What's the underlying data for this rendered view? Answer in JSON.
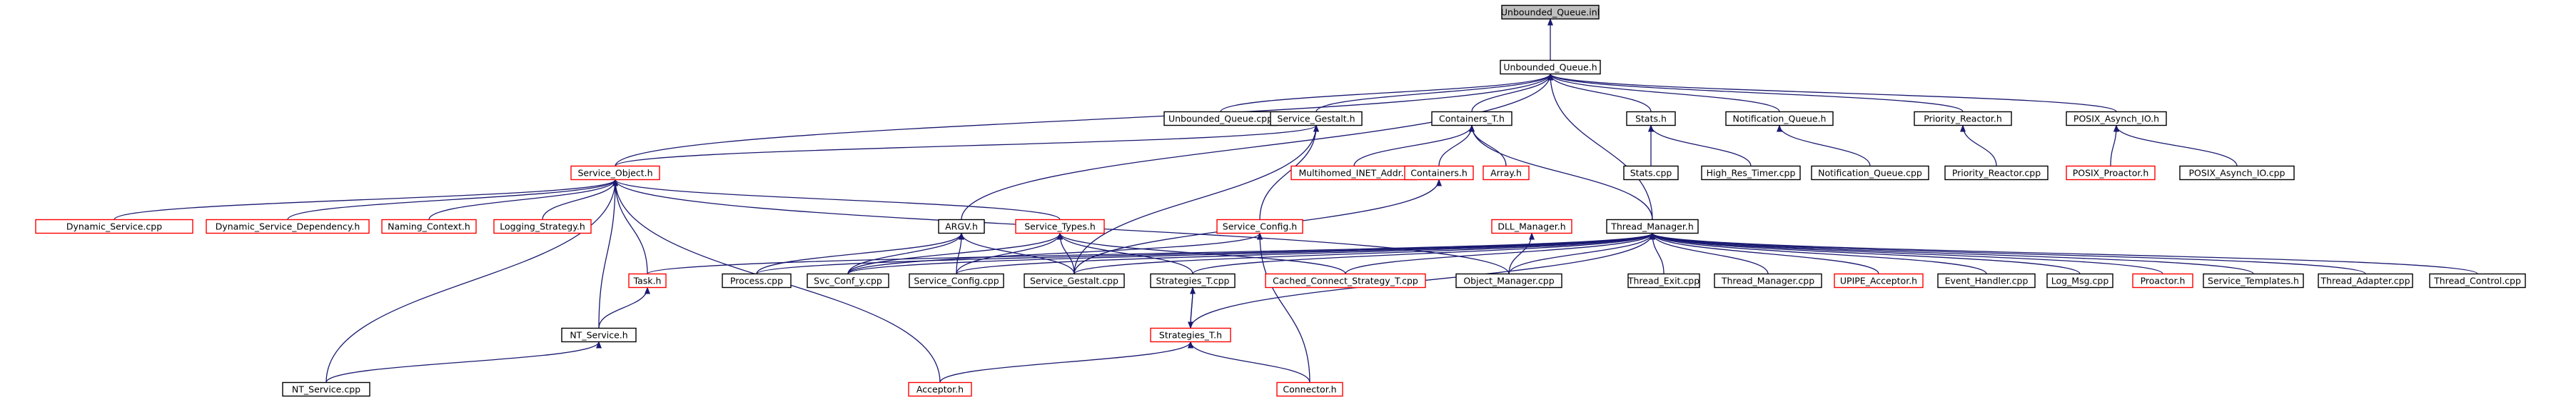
{
  "diagram": {
    "title": "Unbounded_Queue.inl",
    "colors": {
      "edge": "#191970",
      "node_border": "#000000",
      "incomplete_border": "#ff0000",
      "root_fill": "#bfbfbf"
    },
    "nodes": {
      "inl": {
        "label": "Unbounded_Queue.inl",
        "kind": "root"
      },
      "uqh": {
        "label": "Unbounded_Queue.h",
        "kind": "normal"
      },
      "uqcpp": {
        "label": "Unbounded_Queue.cpp",
        "kind": "normal"
      },
      "sgh": {
        "label": "Service_Gestalt.h",
        "kind": "normal"
      },
      "cth": {
        "label": "Containers_T.h",
        "kind": "normal"
      },
      "statsh": {
        "label": "Stats.h",
        "kind": "normal"
      },
      "nqh": {
        "label": "Notification_Queue.h",
        "kind": "normal"
      },
      "prh": {
        "label": "Priority_Reactor.h",
        "kind": "normal"
      },
      "paioh": {
        "label": "POSIX_Asynch_IO.h",
        "kind": "normal"
      },
      "soh": {
        "label": "Service_Object.h",
        "kind": "red"
      },
      "mhia": {
        "label": "Multihomed_INET_Addr.h",
        "kind": "red"
      },
      "conth": {
        "label": "Containers.h",
        "kind": "red"
      },
      "arrayh": {
        "label": "Array.h",
        "kind": "red"
      },
      "statscpp": {
        "label": "Stats.cpp",
        "kind": "normal"
      },
      "hrtcpp": {
        "label": "High_Res_Timer.cpp",
        "kind": "normal"
      },
      "nqcpp": {
        "label": "Notification_Queue.cpp",
        "kind": "normal"
      },
      "prcpp": {
        "label": "Priority_Reactor.cpp",
        "kind": "normal"
      },
      "paph": {
        "label": "POSIX_Proactor.h",
        "kind": "red"
      },
      "paiocpp": {
        "label": "POSIX_Asynch_IO.cpp",
        "kind": "normal"
      },
      "dscpp": {
        "label": "Dynamic_Service.cpp",
        "kind": "red"
      },
      "dsdh": {
        "label": "Dynamic_Service_Dependency.h",
        "kind": "red"
      },
      "nch": {
        "label": "Naming_Context.h",
        "kind": "red"
      },
      "lsh": {
        "label": "Logging_Strategy.h",
        "kind": "red"
      },
      "argvh": {
        "label": "ARGV.h",
        "kind": "normal"
      },
      "sth": {
        "label": "Service_Types.h",
        "kind": "red"
      },
      "sch": {
        "label": "Service_Config.h",
        "kind": "red"
      },
      "dllh": {
        "label": "DLL_Manager.h",
        "kind": "red"
      },
      "tmh": {
        "label": "Thread_Manager.h",
        "kind": "normal"
      },
      "taskh": {
        "label": "Task.h",
        "kind": "red"
      },
      "proccpp": {
        "label": "Process.cpp",
        "kind": "normal"
      },
      "svccpp": {
        "label": "Svc_Conf_y.cpp",
        "kind": "normal"
      },
      "sccpp": {
        "label": "Service_Config.cpp",
        "kind": "normal"
      },
      "sgcpp": {
        "label": "Service_Gestalt.cpp",
        "kind": "normal"
      },
      "stcpp": {
        "label": "Strategies_T.cpp",
        "kind": "normal"
      },
      "ccscpp": {
        "label": "Cached_Connect_Strategy_T.cpp",
        "kind": "red"
      },
      "omcpp": {
        "label": "Object_Manager.cpp",
        "kind": "normal"
      },
      "tecpp": {
        "label": "Thread_Exit.cpp",
        "kind": "normal"
      },
      "tmcpp": {
        "label": "Thread_Manager.cpp",
        "kind": "normal"
      },
      "upah": {
        "label": "UPIPE_Acceptor.h",
        "kind": "red"
      },
      "ehcpp": {
        "label": "Event_Handler.cpp",
        "kind": "normal"
      },
      "lmcpp": {
        "label": "Log_Msg.cpp",
        "kind": "normal"
      },
      "proah": {
        "label": "Proactor.h",
        "kind": "red"
      },
      "stempcpp": {
        "label": "Service_Templates.h",
        "kind": "normal"
      },
      "tacpp": {
        "label": "Thread_Adapter.cpp",
        "kind": "normal"
      },
      "tccpp": {
        "label": "Thread_Control.cpp",
        "kind": "normal"
      },
      "ntsh": {
        "label": "NT_Service.h",
        "kind": "normal"
      },
      "stth": {
        "label": "Strategies_T.h",
        "kind": "red"
      },
      "ntscpp": {
        "label": "NT_Service.cpp",
        "kind": "normal"
      },
      "acch": {
        "label": "Acceptor.h",
        "kind": "red"
      },
      "conh": {
        "label": "Connector.h",
        "kind": "red"
      }
    },
    "edges": [
      [
        "uqh",
        "inl"
      ],
      [
        "uqcpp",
        "uqh"
      ],
      [
        "sgh",
        "uqh"
      ],
      [
        "cth",
        "uqh"
      ],
      [
        "statsh",
        "uqh"
      ],
      [
        "nqh",
        "uqh"
      ],
      [
        "prh",
        "uqh"
      ],
      [
        "paioh",
        "uqh"
      ],
      [
        "soh",
        "uqh"
      ],
      [
        "argvh",
        "uqh"
      ],
      [
        "tmh",
        "uqh"
      ],
      [
        "soh",
        "sgh"
      ],
      [
        "sgcpp",
        "sgh"
      ],
      [
        "sch",
        "sgh"
      ],
      [
        "mhia",
        "cth"
      ],
      [
        "conth",
        "cth"
      ],
      [
        "arrayh",
        "cth"
      ],
      [
        "tmh",
        "cth"
      ],
      [
        "statscpp",
        "statsh"
      ],
      [
        "hrtcpp",
        "statsh"
      ],
      [
        "nqcpp",
        "nqh"
      ],
      [
        "prcpp",
        "prh"
      ],
      [
        "paph",
        "paioh"
      ],
      [
        "paiocpp",
        "paioh"
      ],
      [
        "dscpp",
        "soh"
      ],
      [
        "dsdh",
        "soh"
      ],
      [
        "nch",
        "soh"
      ],
      [
        "lsh",
        "soh"
      ],
      [
        "sth",
        "soh"
      ],
      [
        "taskh",
        "soh"
      ],
      [
        "ntsh",
        "soh"
      ],
      [
        "acch",
        "soh"
      ],
      [
        "ntscpp",
        "soh"
      ],
      [
        "omcpp",
        "soh"
      ],
      [
        "proccpp",
        "argvh"
      ],
      [
        "svccpp",
        "argvh"
      ],
      [
        "sccpp",
        "argvh"
      ],
      [
        "sgcpp",
        "argvh"
      ],
      [
        "svccpp",
        "sth"
      ],
      [
        "sccpp",
        "sth"
      ],
      [
        "sgcpp",
        "sth"
      ],
      [
        "stcpp",
        "sth"
      ],
      [
        "ccscpp",
        "sth"
      ],
      [
        "sgcpp",
        "conth"
      ],
      [
        "omcpp",
        "dllh"
      ],
      [
        "svccpp",
        "sch"
      ],
      [
        "conh",
        "sch"
      ],
      [
        "proccpp",
        "tmh"
      ],
      [
        "svccpp",
        "tmh"
      ],
      [
        "sccpp",
        "tmh"
      ],
      [
        "sgcpp",
        "tmh"
      ],
      [
        "stcpp",
        "tmh"
      ],
      [
        "ccscpp",
        "tmh"
      ],
      [
        "omcpp",
        "tmh"
      ],
      [
        "tecpp",
        "tmh"
      ],
      [
        "tmcpp",
        "tmh"
      ],
      [
        "upah",
        "tmh"
      ],
      [
        "ehcpp",
        "tmh"
      ],
      [
        "lmcpp",
        "tmh"
      ],
      [
        "proah",
        "tmh"
      ],
      [
        "stempcpp",
        "tmh"
      ],
      [
        "tacpp",
        "tmh"
      ],
      [
        "tccpp",
        "tmh"
      ],
      [
        "taskh",
        "tmh"
      ],
      [
        "stth",
        "tmh"
      ],
      [
        "ntsh",
        "taskh"
      ],
      [
        "ntscpp",
        "ntsh"
      ],
      [
        "stth",
        "stcpp"
      ],
      [
        "stcpp",
        "stth"
      ],
      [
        "acch",
        "stth"
      ],
      [
        "conh",
        "stth"
      ]
    ]
  }
}
